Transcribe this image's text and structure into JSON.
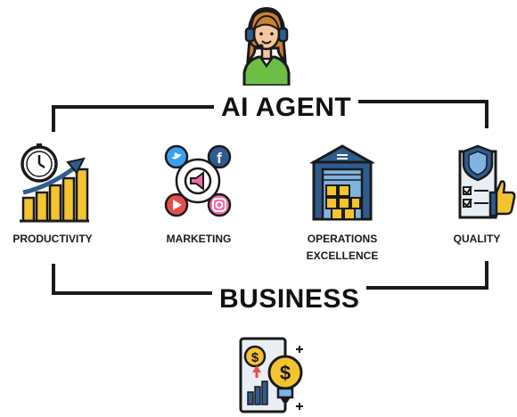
{
  "top_title": "AI AGENT",
  "bottom_title": "BUSINESS",
  "items": [
    {
      "label": "PRODUCTIVITY",
      "icon": "productivity-chart-clock-icon"
    },
    {
      "label": "MARKETING",
      "icon": "social-media-marketing-icon"
    },
    {
      "label_line1": "OPERATIONS",
      "label_line2": "EXCELLENCE",
      "icon": "warehouse-icon"
    },
    {
      "label": "QUALITY",
      "icon": "quality-checklist-shield-icon"
    }
  ],
  "top_icon": "customer-support-agent-icon",
  "bottom_icon": "business-finance-lightbulb-icon",
  "colors": {
    "line": "#1a1a1a",
    "gold": "#F4C430",
    "blue": "#2F5C8F",
    "light_blue": "#7FB3E0",
    "red": "#E84C4C",
    "green": "#6DBE45",
    "pink": "#F06AA5"
  }
}
